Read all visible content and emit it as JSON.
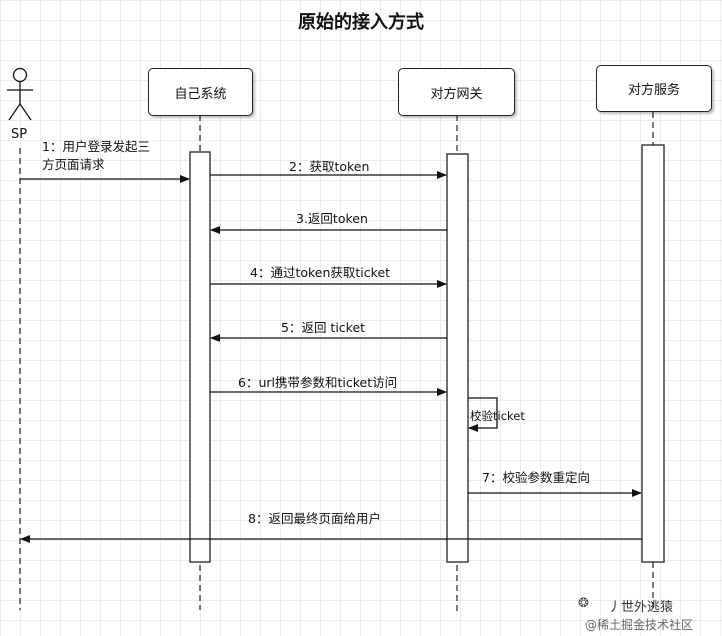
{
  "title": "原始的接入方式",
  "actor": {
    "name": "SP"
  },
  "participants": [
    {
      "id": "self",
      "label": "自己系统"
    },
    {
      "id": "gateway",
      "label": "对方网关"
    },
    {
      "id": "service",
      "label": "对方服务"
    }
  ],
  "messages": [
    {
      "label": "1：用户登录发起三\n方页面请求"
    },
    {
      "label": "2：获取token"
    },
    {
      "label": "3.返回token"
    },
    {
      "label": "4：通过token获取ticket"
    },
    {
      "label": "5：返回 ticket"
    },
    {
      "label": "6：url携带参数和ticket访问"
    },
    {
      "label": "校验ticket"
    },
    {
      "label": "7：校验参数重定向"
    },
    {
      "label": "8：返回最终页面给用户"
    }
  ],
  "watermark": {
    "line1": "丿世外逃猿",
    "line2": "@稀土掘金技术社区"
  }
}
